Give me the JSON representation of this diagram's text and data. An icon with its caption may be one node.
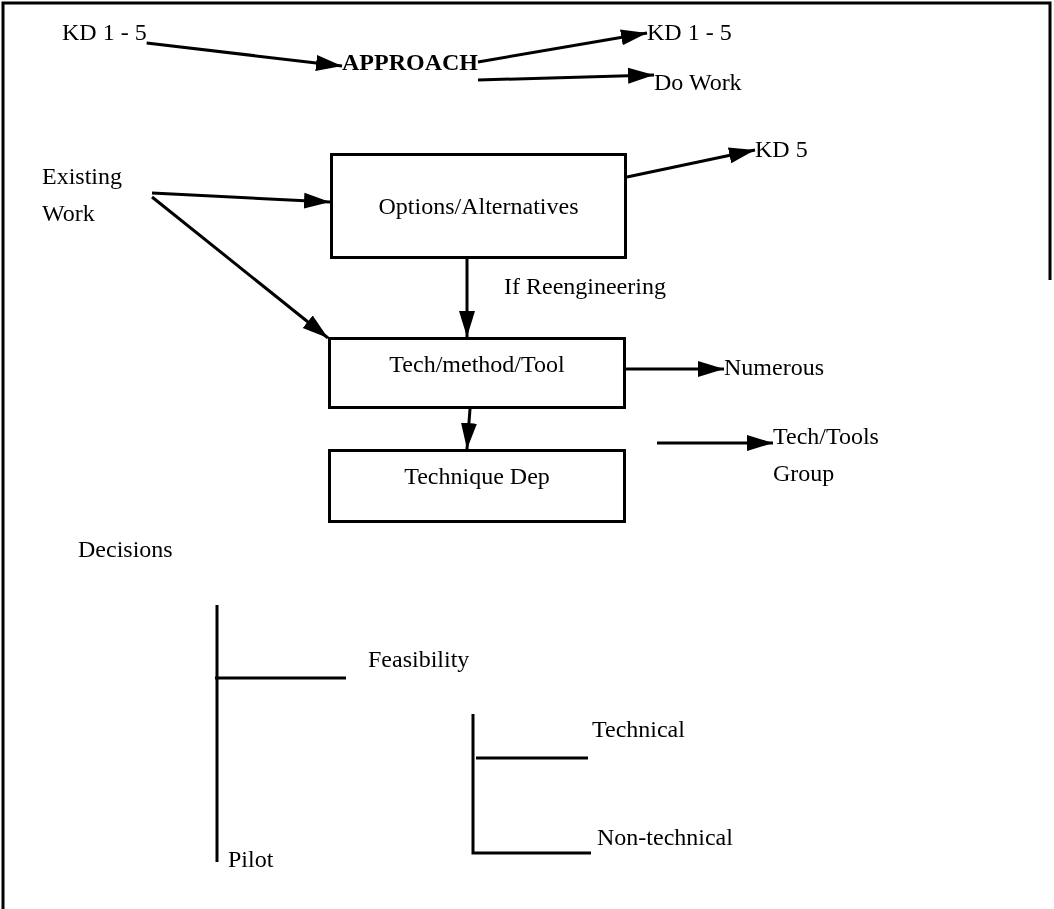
{
  "diagram": {
    "nodes": [
      {
        "text": [
          "KD 1 - 5"
        ]
      },
      {
        "text": [
          "APPROACH"
        ]
      },
      {
        "text": [
          "KD 1 - 5"
        ]
      },
      {
        "text": [
          "Do Work"
        ]
      },
      {
        "text": [
          "Existing Work"
        ]
      },
      {
        "text": [
          "Options/Alternatives"
        ]
      },
      {
        "text": [
          "Tech/method/Tool"
        ]
      },
      {
        "text": [
          "Technique Dep"
        ]
      },
      {
        "text": [
          "Numerous"
        ]
      },
      {
        "text": [
          "Tech/Tools Group"
        ]
      },
      {
        "text": [
          "KD 5"
        ]
      }
    ],
    "edges": [
      {
        "from": 0,
        "to": 1,
        "arrow": "to"
      },
      {
        "from": 1,
        "to": 2,
        "arrow": "to"
      },
      {
        "from": 1,
        "to": 3,
        "arrow": "to"
      },
      {
        "from": 4,
        "to": 5,
        "arrow": "to"
      },
      {
        "from": 4,
        "to": 6,
        "arrow": "to"
      },
      {
        "from": 5,
        "to": 10,
        "arrow": "to"
      },
      {
        "from": 5,
        "to": 6,
        "arrow": "to",
        "label": "If Reengineering"
      },
      {
        "from": 6,
        "to": 8,
        "arrow": "to"
      },
      {
        "from": 6,
        "to": 7,
        "arrow": "to"
      },
      {
        "from": null,
        "to": 9,
        "arrow": "to"
      }
    ],
    "labels": [
      "Decisions",
      "Feasibility",
      "Technical",
      "Non-technical",
      "Pilot"
    ]
  }
}
